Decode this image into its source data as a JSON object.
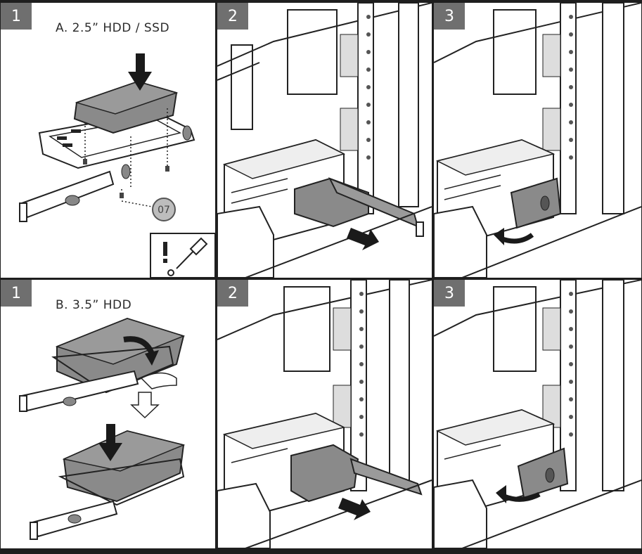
{
  "panels": [
    {
      "step": "1",
      "title": "A. 2.5” HDD / SSD",
      "screw_label": "07",
      "notice_icon": "exclamation-screwdriver-icon"
    },
    {
      "step": "2"
    },
    {
      "step": "3"
    },
    {
      "step": "1",
      "title": "B. 3.5” HDD"
    },
    {
      "step": "2"
    },
    {
      "step": "3"
    }
  ],
  "colors": {
    "step_badge": "#6f6f6f",
    "drive": "#8a8a8a",
    "arrow": "#1a1a1a",
    "frame": "#1e1e1e"
  }
}
